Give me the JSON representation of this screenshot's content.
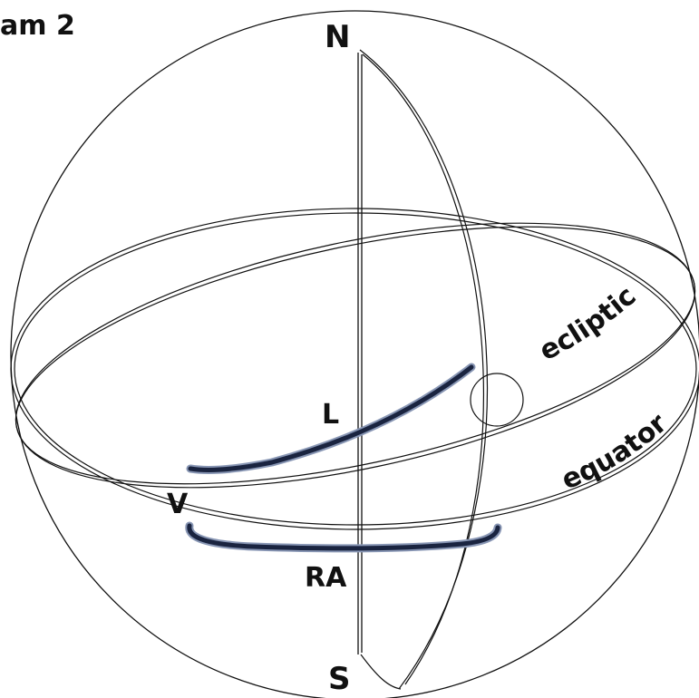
{
  "title": "am 2",
  "labels": {
    "north": "N",
    "south": "S",
    "vernal_point": "V",
    "longitude": "L",
    "right_ascension": "RA",
    "ecliptic": "ecliptic",
    "equator": "equator"
  },
  "colors": {
    "line": "#111111",
    "arc_highlight": "#2f3f63",
    "background": "#ffffff"
  }
}
